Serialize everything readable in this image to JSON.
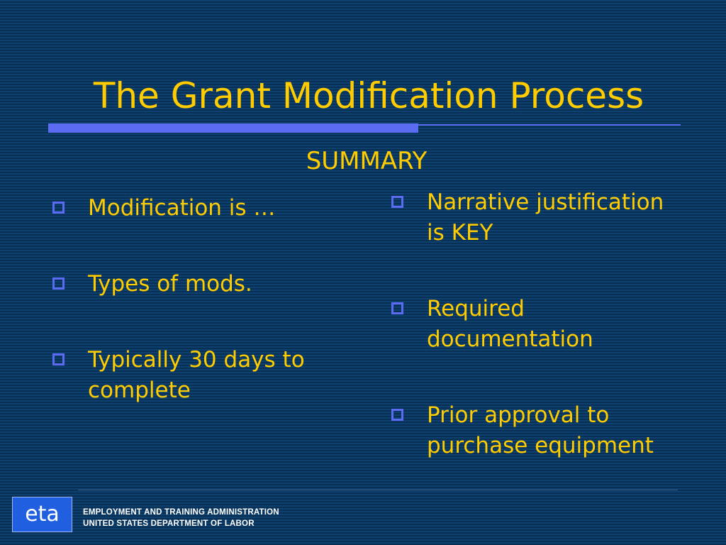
{
  "slide": {
    "title": "The Grant Modification Process",
    "subtitle": "SUMMARY",
    "left_bullets": [
      "Modification is …",
      "Types of mods.",
      "Typically 30 days to complete"
    ],
    "right_bullets": [
      "Narrative justification is KEY",
      "Required documentation",
      "Prior approval to purchase equipment"
    ]
  },
  "footer": {
    "logo_text": "eta",
    "line1": "EMPLOYMENT AND TRAINING ADMINISTRATION",
    "line2": "UNITED STATES DEPARTMENT OF LABOR"
  },
  "colors": {
    "background": "#0b3a66",
    "text": "#ffcc00",
    "accent": "#5b6cf2",
    "logo": "#1f5fe0"
  },
  "icons": {
    "bullet": "hollow-square-icon"
  }
}
